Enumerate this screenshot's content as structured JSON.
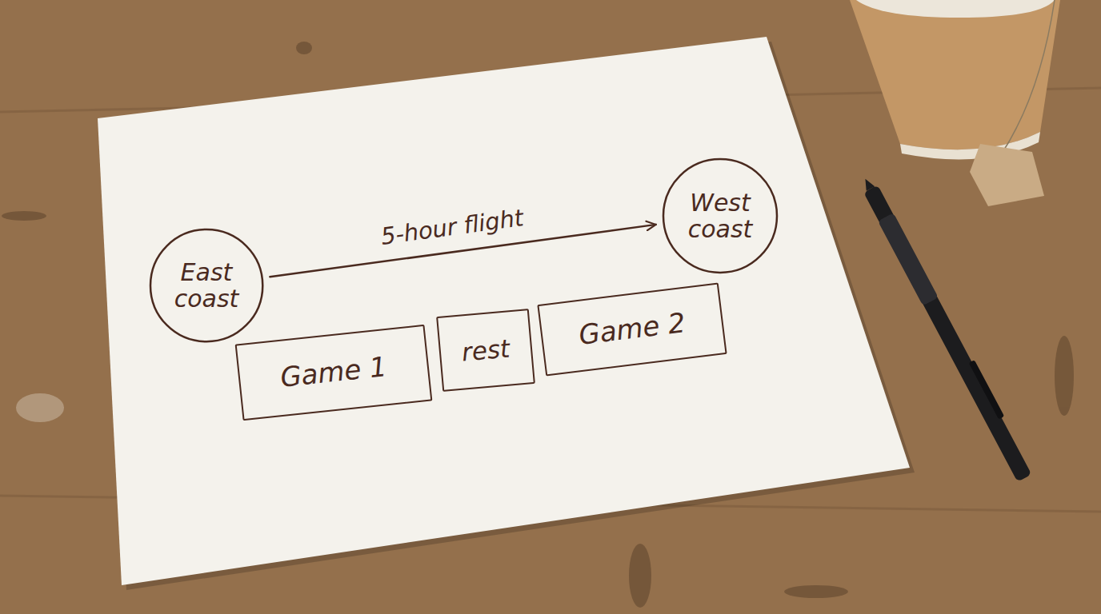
{
  "diagram": {
    "nodes": [
      {
        "text": [
          "East coast"
        ]
      },
      {
        "text": [
          "West coast"
        ]
      },
      {
        "text": [
          "Game 1"
        ]
      },
      {
        "text": [
          "rest"
        ]
      },
      {
        "text": [
          "Game 2"
        ]
      }
    ],
    "edges": [
      {
        "from": 0,
        "to": 1,
        "arrow": "to",
        "label": "5-hour flight"
      }
    ]
  }
}
